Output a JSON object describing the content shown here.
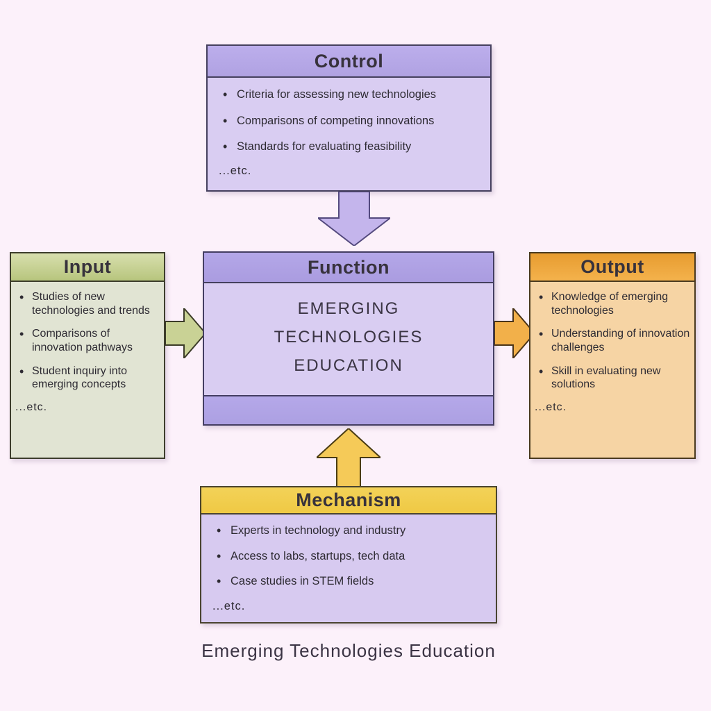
{
  "caption": "Emerging Technologies Education",
  "control": {
    "title": "Control",
    "bullets": [
      "Criteria for assessing new technologies",
      "Comparisons of competing innovations",
      "Standards for evaluating feasibility"
    ],
    "etc": "...etc."
  },
  "input": {
    "title": "Input",
    "bullets": [
      "Studies of new technologies and trends",
      "Comparisons of innovation pathways",
      "Student inquiry into emerging concepts"
    ],
    "etc": "...etc."
  },
  "function": {
    "title": "Function",
    "lines": [
      "EMERGING",
      "TECHNOLOGIES",
      "EDUCATION"
    ]
  },
  "output": {
    "title": "Output",
    "bullets": [
      "Knowledge of emerging technologies",
      "Understanding of innovation challenges",
      "Skill in evaluating new solutions"
    ],
    "etc": "...etc."
  },
  "mechanism": {
    "title": "Mechanism",
    "bullets": [
      "Experts in technology and industry",
      "Access to labs, startups, tech data",
      "Case studies in STEM fields"
    ],
    "etc": "...etc."
  },
  "colors": {
    "background": "#fcf1fa",
    "purple_header": "#b0a2e2",
    "purple_body": "#d9cdf2",
    "purple_arrow_fill": "#c4b5ec",
    "purple_arrow_stroke": "#544a7e",
    "green_header": "#b7c57d",
    "green_body": "#e1e4d3",
    "green_arrow_fill": "#c9d295",
    "green_arrow_stroke": "#3c3c28",
    "orange_header": "#f1a93f",
    "orange_body": "#f6d4a4",
    "orange_arrow_fill": "#f2b04a",
    "orange_arrow_stroke": "#4a3418",
    "yellow_header": "#f0cd4e",
    "yellow_arrow_fill": "#f5ca58",
    "yellow_arrow_stroke": "#4a3c14"
  }
}
